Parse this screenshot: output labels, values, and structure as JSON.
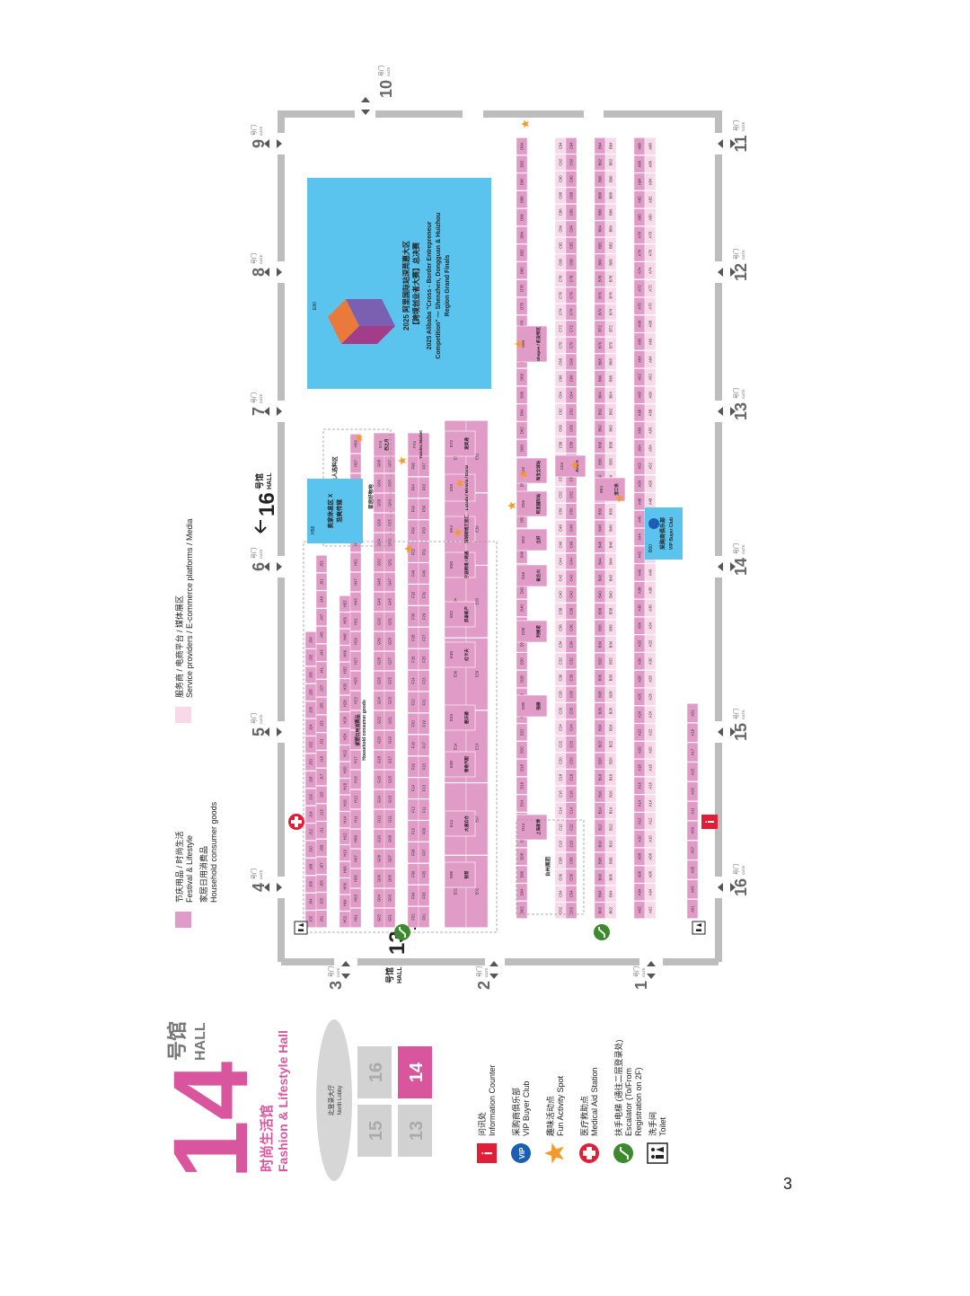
{
  "page_number": "3",
  "hall_header": {
    "number": "14",
    "hao": "号馆",
    "hall": "HALL",
    "name_cn": "时尚生活馆",
    "name_en": "Fashion & Lifestyle Hall"
  },
  "mini_map": {
    "lobby_cn": "北登录大厅",
    "lobby_en": "North Lobby",
    "halls": [
      "15",
      "16",
      "13",
      "14"
    ],
    "current": "14"
  },
  "legend_top": [
    {
      "cn": "节庆用品 / 时尚生活",
      "en": "Festival & Lifestyle",
      "cn2": "家居日用消费品",
      "en2": "Household consumer goods",
      "color": "#e09bc6"
    },
    {
      "cn": "服务商 / 电商平台 / 媒体展区",
      "en": "Service providers / E-commerce platforms / Media",
      "color": "#f7d9e9"
    }
  ],
  "legend_bottom": [
    {
      "icon": "info-icon",
      "cn": "问讯处",
      "en": "Information Counter"
    },
    {
      "icon": "vip-icon",
      "cn": "采购商俱乐部",
      "en": "VIP Buyer Club"
    },
    {
      "icon": "star-icon",
      "cn": "趣味活动点",
      "en": "Fun Activity Spot"
    },
    {
      "icon": "medical-icon",
      "cn": "医疗救助点",
      "en": "Medical Aid Station"
    },
    {
      "icon": "escalator-icon",
      "cn": "扶手电梯 (通往二层登录处)",
      "en": "Escalator (To/From",
      "en2": "Registration on 2F)"
    },
    {
      "icon": "toilet-icon",
      "cn": "洗手间",
      "en": "Toilet"
    }
  ],
  "gates": [
    {
      "num": "1",
      "label": "号门",
      "sub": "GATE"
    },
    {
      "num": "2",
      "label": "号门",
      "sub": "GATE"
    },
    {
      "num": "3",
      "label": "号门",
      "sub": "GATE"
    },
    {
      "num": "4",
      "label": "号门",
      "sub": "GATE"
    },
    {
      "num": "5",
      "label": "号门",
      "sub": "GATE"
    },
    {
      "num": "6",
      "label": "号门",
      "sub": "GATE"
    },
    {
      "num": "7",
      "label": "号门",
      "sub": "GATE"
    },
    {
      "num": "8",
      "label": "号门",
      "sub": "GATE"
    },
    {
      "num": "9",
      "label": "号门",
      "sub": "GATE"
    },
    {
      "num": "10",
      "label": "号门",
      "sub": "GATE"
    },
    {
      "num": "11",
      "label": "号门",
      "sub": "GATE"
    },
    {
      "num": "12",
      "label": "号门",
      "sub": "GATE"
    },
    {
      "num": "13",
      "label": "号门",
      "sub": "GATE"
    },
    {
      "num": "14",
      "label": "号门",
      "sub": "GATE"
    },
    {
      "num": "15",
      "label": "号门",
      "sub": "GATE"
    },
    {
      "num": "16",
      "label": "号门",
      "sub": "GATE"
    }
  ],
  "hall_links": [
    {
      "num": "16",
      "cn": "号馆",
      "en": "HALL"
    },
    {
      "num": "13",
      "cn": "号馆",
      "en": "HALL"
    }
  ],
  "feature": {
    "code": "E80",
    "line1": "2025 阿里国际站深莞惠大区",
    "line2": "【跨境创业者大赛】总决赛",
    "line3": "2025 Alibaba \"Cross - Border Entrepreneur",
    "line4": "Competition\" — Shenzhen, Dongguan & Huizhou",
    "line5": "Region Grand Finals"
  },
  "zones": {
    "household_cn": "家居日用消费品",
    "household_en": "Household consumer goods",
    "talent_cn": "达人选料区",
    "jiaju_cn": "家居好物地",
    "taizhou_cn": "台州展团"
  },
  "blue_booths": [
    {
      "code": "H58",
      "cn": "卖家休息区 X",
      "cn2": "浩爽传媒"
    },
    {
      "code": "B60",
      "cn": "采购商俱乐部",
      "en": "VIP Buyer Club"
    }
  ],
  "named_booths": [
    {
      "code": "D68",
      "name": "Shopee / 虾皮特区"
    },
    {
      "code": "D62",
      "name": "淘宝全球站"
    },
    {
      "code": "D55",
      "name": "阿里国际站"
    },
    {
      "code": "D52",
      "name": "立好"
    },
    {
      "code": "D46",
      "name": "雀企川"
    },
    {
      "code": "D38",
      "name": "利维诺"
    },
    {
      "code": "D30",
      "name": "强展"
    },
    {
      "code": "C64",
      "name": "JUMIA"
    },
    {
      "code": "B64",
      "name": "湮工供"
    },
    {
      "code": "G74",
      "name": "西之月"
    },
    {
      "code": "F74",
      "name": "Yandex Market"
    },
    {
      "code": "E72",
      "name": "速卖通"
    },
    {
      "code": "E59",
      "name": "Lazada / Miravia / Daraz"
    },
    {
      "code": "E54",
      "name": "深圳跨境万里汇"
    },
    {
      "code": "E50",
      "name": "宁波跨境 / 跨通"
    },
    {
      "code": "E52",
      "name": "苏泰新产"
    },
    {
      "code": "E40",
      "name": "红卡夫"
    },
    {
      "code": "E34",
      "name": "酷沃德"
    },
    {
      "code": "E30",
      "name": "春香汽配"
    },
    {
      "code": "E14",
      "name": "大通云仓"
    },
    {
      "code": "E08",
      "name": "锐普"
    },
    {
      "code": "D14",
      "name": "上海家博"
    },
    {
      "code": "H65",
      "name": "虎飞特链"
    }
  ],
  "booth_rows": {
    "J": [
      "J02",
      "J04",
      "J06",
      "J08",
      "J10",
      "J12",
      "J14",
      "J16",
      "J18",
      "J20",
      "J22",
      "J24",
      "J26",
      "J28",
      "J30",
      "J32",
      "J34"
    ],
    "J_top": [
      "J01",
      "J03",
      "J05",
      "J07",
      "J09",
      "J11",
      "J13",
      "J15",
      "J17",
      "J19",
      "J21",
      "J23",
      "J25",
      "J27",
      "J41",
      "J43",
      "J45",
      "J47",
      "J49",
      "J51",
      "J53"
    ],
    "H": [
      "H02",
      "H04",
      "H06",
      "H08",
      "H10",
      "H12",
      "H14",
      "H16",
      "H18",
      "H20",
      "H22",
      "H24",
      "H26",
      "H28",
      "H30",
      "H32",
      "H46",
      "H48",
      "H50",
      "H52"
    ],
    "H_top": [
      "H01",
      "H03",
      "H05",
      "H07",
      "H09",
      "H11",
      "H13",
      "H15",
      "H17",
      "H19",
      "H21",
      "H23",
      "H25",
      "H27",
      "H29",
      "H31",
      "H45",
      "H47",
      "H51",
      "H53",
      "H57",
      "H59",
      "H63",
      "H67",
      "H69"
    ],
    "G": [
      "G02",
      "G04",
      "G06",
      "G08",
      "G10",
      "G12",
      "G14",
      "G16",
      "G18",
      "G20",
      "G22",
      "G24",
      "G26",
      "G28",
      "G30",
      "G32",
      "G46",
      "G48",
      "G52",
      "G54",
      "G56",
      "G58",
      "G66",
      "G68",
      "G70"
    ],
    "G_top": [
      "G01",
      "G03",
      "G05",
      "G07",
      "G09",
      "G11",
      "G13",
      "G15",
      "G17",
      "G19",
      "G21",
      "G23",
      "G25",
      "G27",
      "G29",
      "G31",
      "G45",
      "G47",
      "G51",
      "G53",
      "G55",
      "G63",
      "G65",
      "G67",
      "G69"
    ],
    "F": [
      "F02",
      "F04",
      "F06",
      "F08",
      "F10",
      "F12",
      "F14",
      "F16",
      "F18",
      "F20",
      "F22",
      "F24",
      "F26",
      "F28",
      "F30",
      "F32",
      "F46",
      "F52",
      "F54",
      "F60",
      "F64",
      "F68",
      "F72"
    ],
    "F_top": [
      "F01",
      "F03",
      "F05",
      "F07",
      "F09",
      "F11",
      "F13",
      "F15",
      "F17",
      "F19",
      "F21",
      "F23",
      "F25",
      "F27",
      "F29",
      "F31",
      "F45",
      "F51",
      "F53",
      "F59",
      "F63",
      "F67",
      "F71"
    ],
    "E": [
      "E02",
      "E08",
      "E14",
      "E30",
      "E34",
      "E40",
      "E52"
    ],
    "E_top": [
      "E01",
      "E07",
      "E13",
      "E29",
      "E33",
      "E39",
      "E51"
    ],
    "D": [
      "D02",
      "D04",
      "D06",
      "D08",
      "D10",
      "D12",
      "D14",
      "D16",
      "D18",
      "D20",
      "D22",
      "D24",
      "D26",
      "D28",
      "D30",
      "D36",
      "D38",
      "D40",
      "D42",
      "D44",
      "D46",
      "D48",
      "D50",
      "D52",
      "D55",
      "D58",
      "D60",
      "D62",
      "D64",
      "D66",
      "D68",
      "D70",
      "D72",
      "D74",
      "D76",
      "D78",
      "D80",
      "D82",
      "D84",
      "D86",
      "D88",
      "D90",
      "D92",
      "D94"
    ],
    "C": [
      "C02",
      "C04",
      "C06",
      "C08",
      "C10",
      "C12",
      "C14",
      "C16",
      "C18",
      "C20",
      "C22",
      "C24",
      "C26",
      "C28",
      "C30",
      "C32",
      "C34",
      "C36",
      "C38",
      "C40",
      "C42",
      "C44",
      "C46",
      "C48",
      "C50",
      "C52",
      "C54",
      "C56",
      "C58",
      "C60",
      "C62",
      "C64",
      "C66",
      "C68",
      "C70",
      "C72",
      "C74",
      "C76",
      "C78",
      "C80",
      "C82",
      "C84",
      "C86",
      "C88",
      "C90",
      "C92",
      "C94"
    ],
    "B": [
      "B02",
      "B04",
      "B06",
      "B08",
      "B10",
      "B12",
      "B14",
      "B16",
      "B18",
      "B20",
      "B22",
      "B24",
      "B26",
      "B28",
      "B30",
      "B32",
      "B34",
      "B36",
      "B38",
      "B40",
      "B42",
      "B44",
      "B46",
      "B48",
      "B50",
      "B52",
      "B54",
      "B56",
      "B58",
      "B60",
      "B62",
      "B64",
      "B66",
      "B68",
      "B70",
      "B72",
      "B74",
      "B76",
      "B78",
      "B80",
      "B82",
      "B84",
      "B86",
      "B88",
      "B90",
      "B92",
      "B94"
    ],
    "A": [
      "A02",
      "A04",
      "A06",
      "A08",
      "A10",
      "A12",
      "A14",
      "A16",
      "A18",
      "A20",
      "A22",
      "A24",
      "A26",
      "A28",
      "A30",
      "A32",
      "A34",
      "A36",
      "A38",
      "A40",
      "A42",
      "A44",
      "A46",
      "A48",
      "A50",
      "A52",
      "A54",
      "A56",
      "A58",
      "A60",
      "A62",
      "A64",
      "A66",
      "A68",
      "A70",
      "A72",
      "A74",
      "A76",
      "A78",
      "A80",
      "A82",
      "A84",
      "A86",
      "A88"
    ],
    "A_bottom": [
      "A01",
      "A03",
      "A05",
      "A07",
      "A09",
      "A11",
      "A13",
      "A15",
      "A17",
      "A19",
      "A21"
    ]
  },
  "colors": {
    "pink": "#e09bc6",
    "light_pink": "#f7d9e9",
    "blue": "#5bc4ee",
    "wall": "#bdbdbd",
    "red": "#e11d37",
    "green": "#3d8a2e",
    "magenta": "#d9559e"
  }
}
